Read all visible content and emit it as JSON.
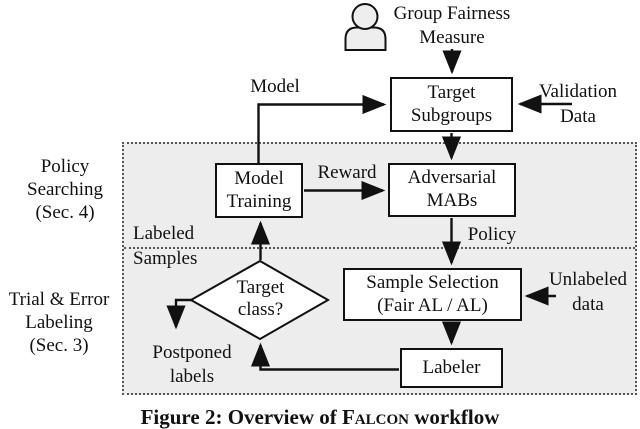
{
  "figure": {
    "actor": {
      "icon": "person-icon",
      "label": "Group Fairness\nMeasure"
    },
    "nodes": {
      "target_subgroups": "Target\nSubgroups",
      "model_training": "Model\nTraining",
      "adversarial_mabs": "Adversarial\nMABs",
      "target_class": "Target\nclass?",
      "sample_selection": "Sample Selection\n(Fair AL / AL)",
      "labeler": "Labeler"
    },
    "edge_labels": {
      "model": "Model",
      "reward": "Reward",
      "policy": "Policy",
      "labeled_samples": "Labeled\nSamples",
      "validation_data": "Validation\nData",
      "unlabeled_data": "Unlabeled\ndata",
      "postponed_labels": "Postponed\nlabels"
    },
    "regions": {
      "policy_searching": "Policy\nSearching\n(Sec. 4)",
      "trial_error_labeling": "Trial & Error\nLabeling\n(Sec. 3)"
    },
    "colors": {
      "region_fill": "#ededed",
      "stroke": "#111111",
      "icon_fill": "#eeeeee",
      "box_fill": "#ffffff"
    }
  },
  "caption": {
    "prefix": "Figure 2: Overview of ",
    "smallcaps": "Falcon",
    "suffix": " workflow"
  }
}
